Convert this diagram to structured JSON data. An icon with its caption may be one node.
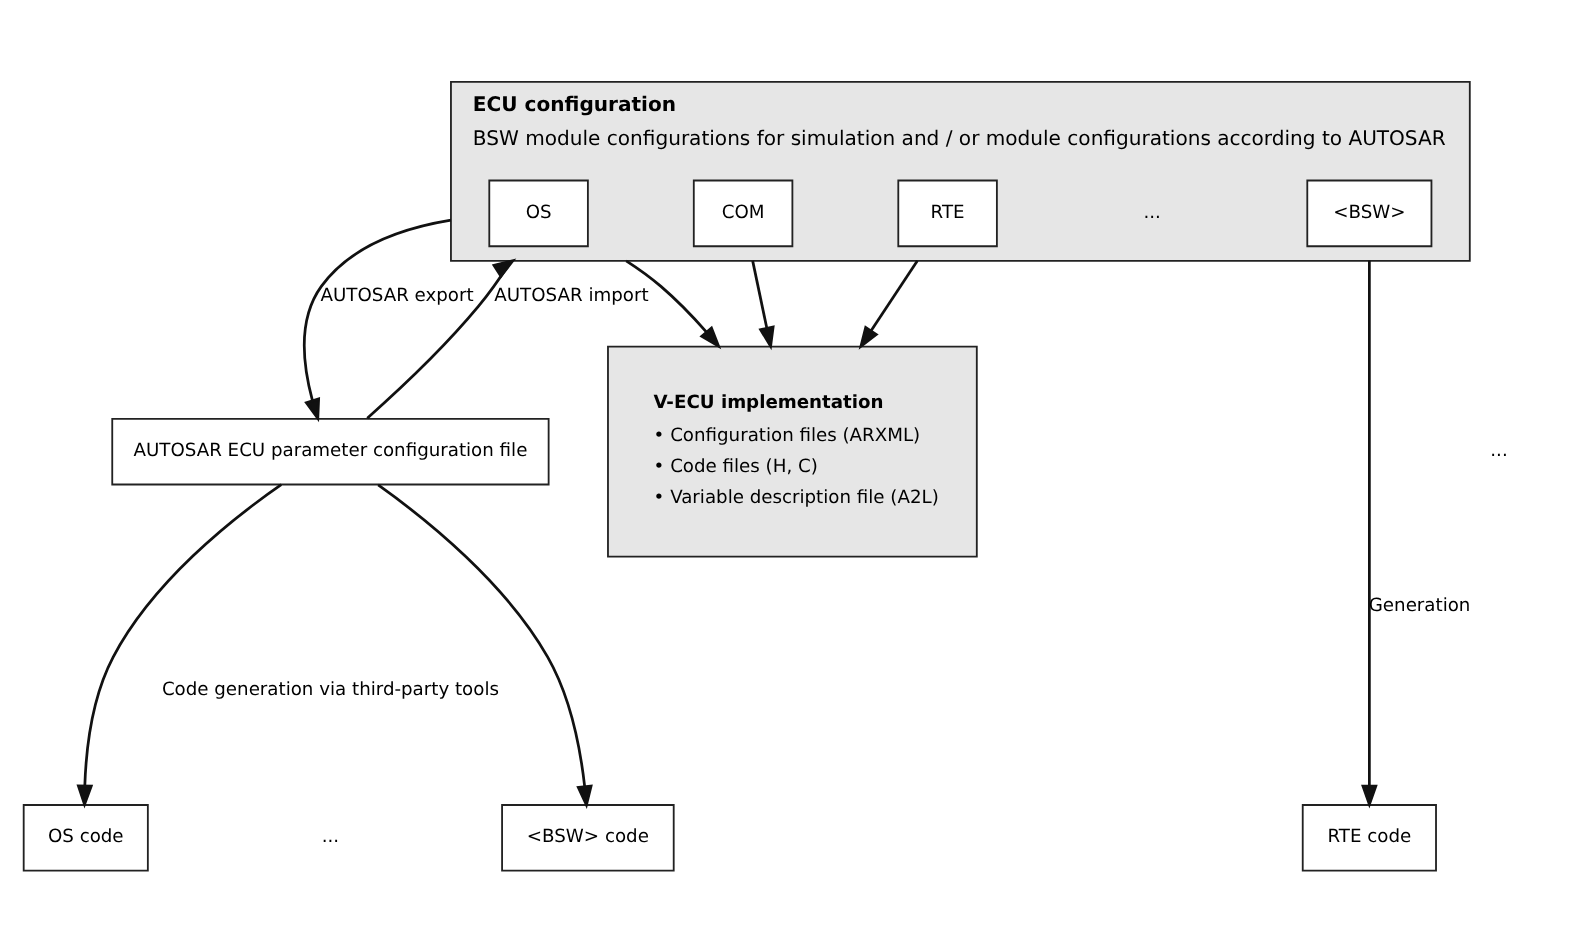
{
  "diagram": {
    "nodes": [
      {
        "text": [
          "ECU configuration",
          "BSW module configurations for simulation and / or module configurations according to AUTOSAR"
        ]
      },
      {
        "text": [
          "OS"
        ],
        "in": 0
      },
      {
        "text": [
          "COM"
        ],
        "in": 0
      },
      {
        "text": [
          "RTE"
        ],
        "in": 0
      },
      {
        "text": [
          "<BSW>"
        ],
        "in": 0
      },
      {
        "text": [
          "V-ECU implementation",
          "• Configuration files (ARXML)",
          "• Code files (H, C)",
          "• Variable description file (A2L)"
        ]
      },
      {
        "text": [
          "AUTOSAR ECU parameter configuration file"
        ]
      },
      {
        "text": [
          "RTE code"
        ]
      },
      {
        "text": [
          "OS code"
        ]
      },
      {
        "text": [
          "<BSW> code"
        ]
      }
    ],
    "edges": [
      {
        "from": 0,
        "to": 5,
        "arrow": "to"
      },
      {
        "from": 0,
        "to": 5,
        "arrow": "to"
      },
      {
        "from": 0,
        "to": 5,
        "arrow": "to"
      },
      {
        "from": 0,
        "to": 7,
        "arrow": "to",
        "label": "Generation"
      },
      {
        "from": 0,
        "to": 6,
        "arrow": "to",
        "label": "AUTOSAR export"
      },
      {
        "from": 6,
        "to": 0,
        "arrow": "to",
        "label": "AUTOSAR import"
      },
      {
        "from": 6,
        "to": 8,
        "arrow": "to"
      },
      {
        "from": 6,
        "to": 9,
        "arrow": "to"
      }
    ],
    "labels": [
      "...",
      "...",
      "Code generation via third-party tools",
      "..."
    ]
  }
}
